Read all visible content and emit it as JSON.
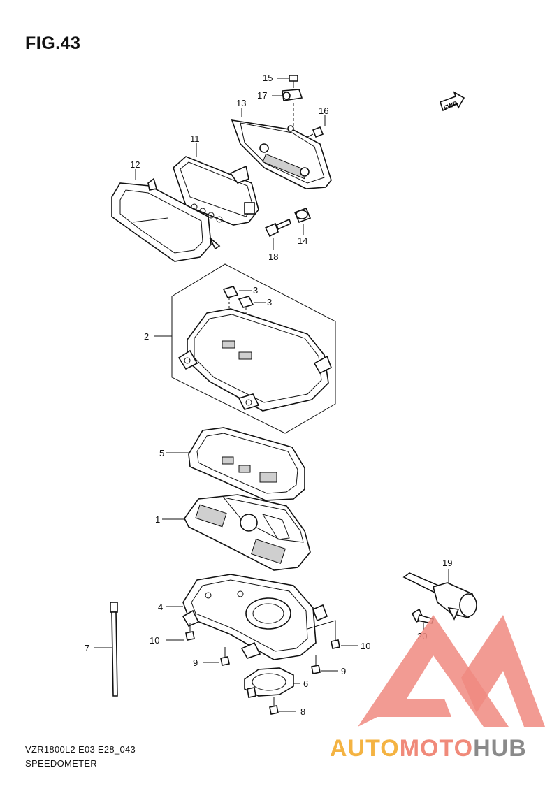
{
  "figure": {
    "title": "FIG.43",
    "code": "VZR1800L2 E03 E28_043",
    "name": "SPEEDOMETER"
  },
  "badge": {
    "text": "FWD"
  },
  "logo": {
    "text_auto": "AUTO",
    "text_moto": "MOTO",
    "text_hub": "HUB",
    "colors": {
      "auto": "#f4b342",
      "moto": "#f08a7a",
      "hub": "#8a8a8a",
      "triangle": "#f08a80"
    }
  },
  "callouts": [
    {
      "id": "c15",
      "num": "15"
    },
    {
      "id": "c17",
      "num": "17"
    },
    {
      "id": "c13",
      "num": "13"
    },
    {
      "id": "c16",
      "num": "16"
    },
    {
      "id": "c11",
      "num": "11"
    },
    {
      "id": "c12",
      "num": "12"
    },
    {
      "id": "c14",
      "num": "14"
    },
    {
      "id": "c18",
      "num": "18"
    },
    {
      "id": "c3a",
      "num": "3"
    },
    {
      "id": "c3b",
      "num": "3"
    },
    {
      "id": "c2",
      "num": "2"
    },
    {
      "id": "c5",
      "num": "5"
    },
    {
      "id": "c1",
      "num": "1"
    },
    {
      "id": "c19",
      "num": "19"
    },
    {
      "id": "c20",
      "num": "20"
    },
    {
      "id": "c4",
      "num": "4"
    },
    {
      "id": "c7",
      "num": "7"
    },
    {
      "id": "c10a",
      "num": "10"
    },
    {
      "id": "c10b",
      "num": "10"
    },
    {
      "id": "c9a",
      "num": "9"
    },
    {
      "id": "c9b",
      "num": "9"
    },
    {
      "id": "c6",
      "num": "6"
    },
    {
      "id": "c8",
      "num": "8"
    }
  ]
}
